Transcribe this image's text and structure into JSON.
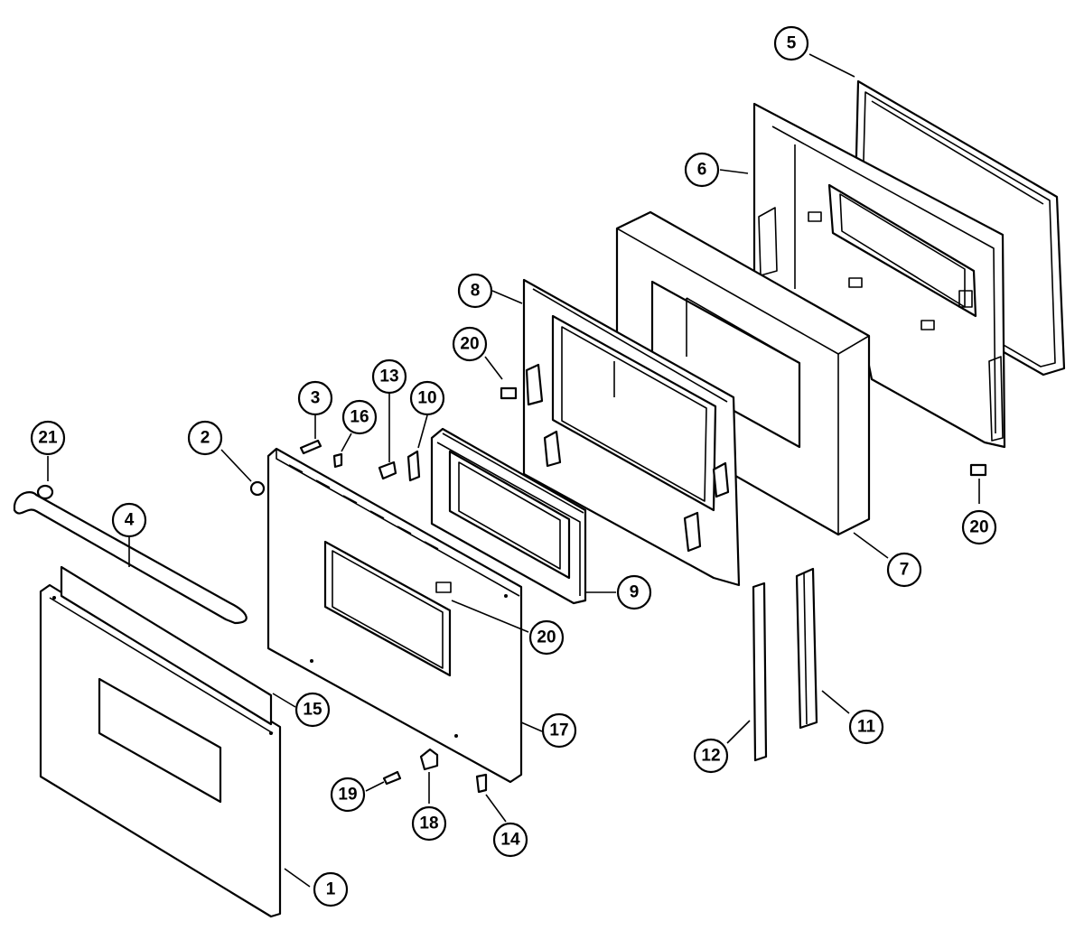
{
  "diagram": {
    "type": "exploded-parts-diagram",
    "callouts": [
      {
        "id": "c5",
        "label": "5"
      },
      {
        "id": "c6",
        "label": "6"
      },
      {
        "id": "c8",
        "label": "8"
      },
      {
        "id": "c20a",
        "label": "20"
      },
      {
        "id": "c3",
        "label": "3"
      },
      {
        "id": "c13",
        "label": "13"
      },
      {
        "id": "c10",
        "label": "10"
      },
      {
        "id": "c16",
        "label": "16"
      },
      {
        "id": "c2",
        "label": "2"
      },
      {
        "id": "c21",
        "label": "21"
      },
      {
        "id": "c4",
        "label": "4"
      },
      {
        "id": "c9",
        "label": "9"
      },
      {
        "id": "c20b",
        "label": "20"
      },
      {
        "id": "c7",
        "label": "7"
      },
      {
        "id": "c20c",
        "label": "20"
      },
      {
        "id": "c15",
        "label": "15"
      },
      {
        "id": "c17",
        "label": "17"
      },
      {
        "id": "c12",
        "label": "12"
      },
      {
        "id": "c11",
        "label": "11"
      },
      {
        "id": "c19",
        "label": "19"
      },
      {
        "id": "c18",
        "label": "18"
      },
      {
        "id": "c14",
        "label": "14"
      },
      {
        "id": "c1",
        "label": "1"
      }
    ]
  }
}
